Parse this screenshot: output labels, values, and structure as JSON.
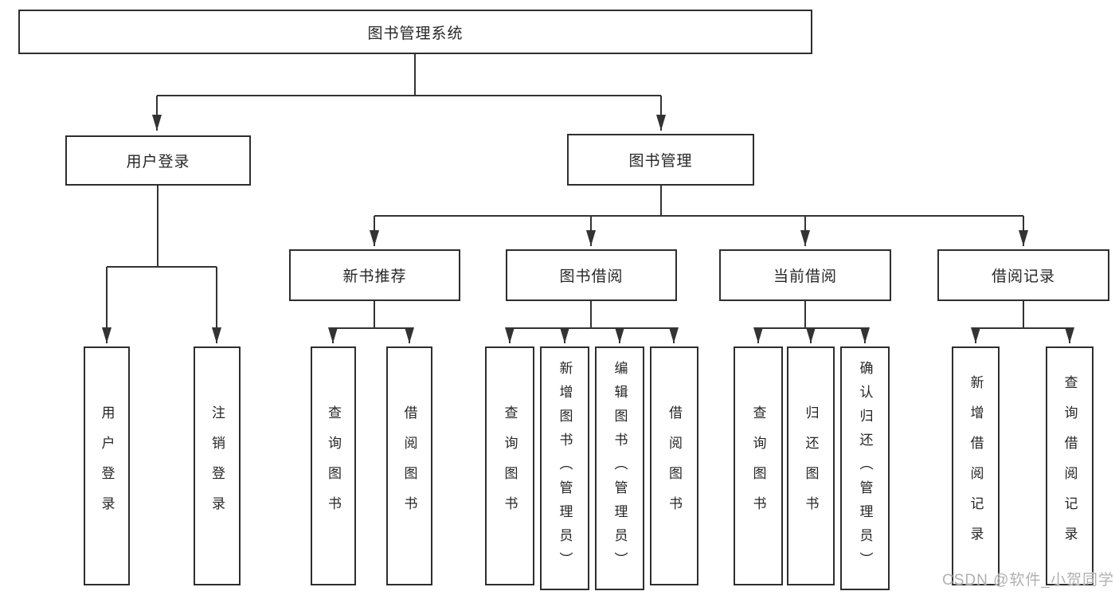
{
  "tree": {
    "label": "图书管理系统",
    "children": [
      {
        "label": "用户登录",
        "children": [
          {
            "label": "用户登录"
          },
          {
            "label": "注销登录"
          }
        ]
      },
      {
        "label": "图书管理",
        "children": [
          {
            "label": "新书推荐",
            "children": [
              {
                "label": "查询图书"
              },
              {
                "label": "借阅图书"
              }
            ]
          },
          {
            "label": "图书借阅",
            "children": [
              {
                "label": "查询图书"
              },
              {
                "label": "新增图书（管理员）"
              },
              {
                "label": "编辑图书（管理员）"
              },
              {
                "label": "借阅图书"
              }
            ]
          },
          {
            "label": "当前借阅",
            "children": [
              {
                "label": "查询图书"
              },
              {
                "label": "归还图书"
              },
              {
                "label": "确认归还（管理员）"
              }
            ]
          },
          {
            "label": "借阅记录",
            "children": [
              {
                "label": "新增借阅记录"
              },
              {
                "label": "查询借阅记录"
              }
            ]
          }
        ]
      }
    ]
  },
  "watermark": {
    "text": "CSDN @软件_小贺同学",
    "color": "#b0b0b0"
  },
  "colors": {
    "background": "#ffffff",
    "line": "#333333",
    "box_border": "#2e2e2e",
    "text": "#262626"
  }
}
